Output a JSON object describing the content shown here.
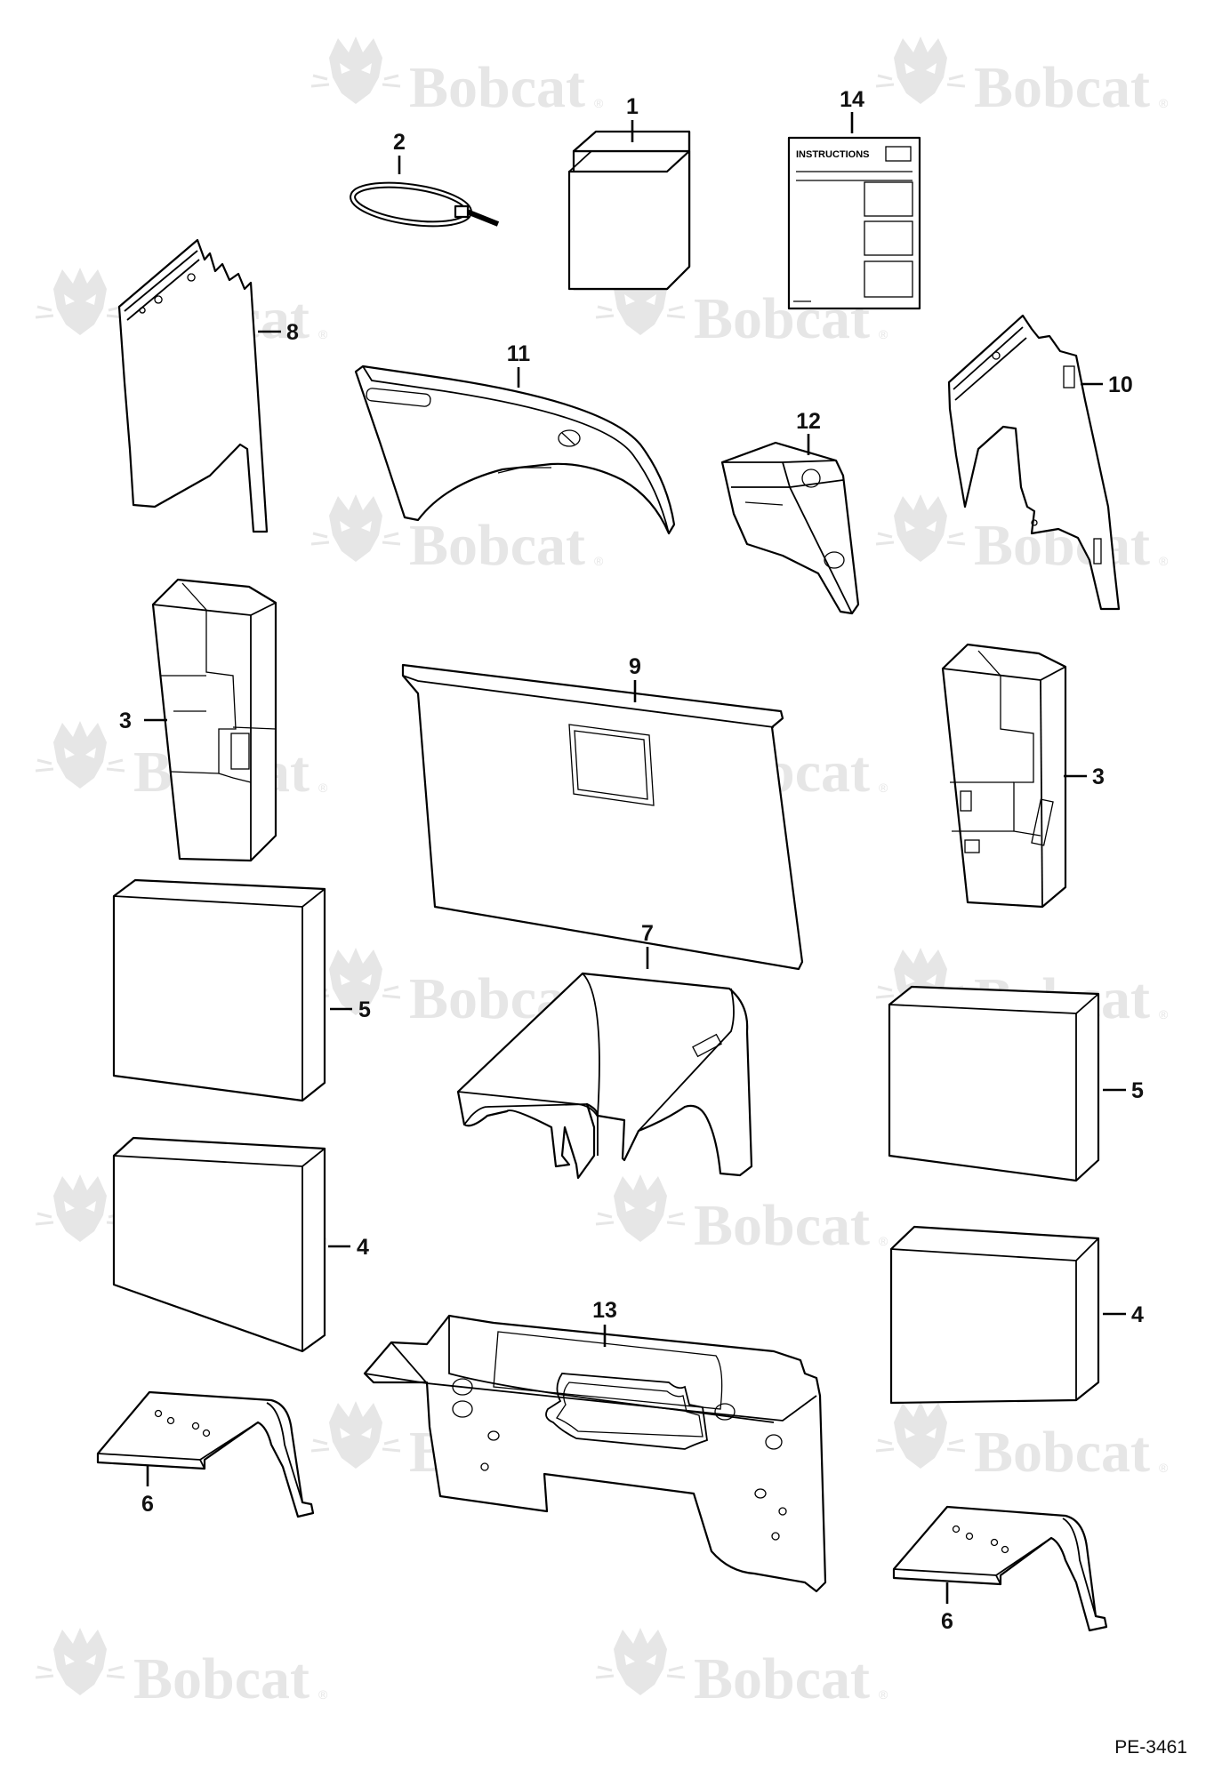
{
  "watermark": {
    "brand": "Bobcat",
    "reg_mark": "®"
  },
  "instruction_sheet": {
    "heading": "INSTRUCTIONS"
  },
  "callouts": {
    "c1": "1",
    "c2": "2",
    "c3a": "3",
    "c3b": "3",
    "c4a": "4",
    "c4b": "4",
    "c5a": "5",
    "c5b": "5",
    "c6a": "6",
    "c6b": "6",
    "c7": "7",
    "c8": "8",
    "c9": "9",
    "c10": "10",
    "c11": "11",
    "c12": "12",
    "c13": "13",
    "c14": "14"
  },
  "figure_code": "PE-3461",
  "colors": {
    "line": "#000000",
    "watermark": "#e6e6e6",
    "background": "#ffffff"
  }
}
